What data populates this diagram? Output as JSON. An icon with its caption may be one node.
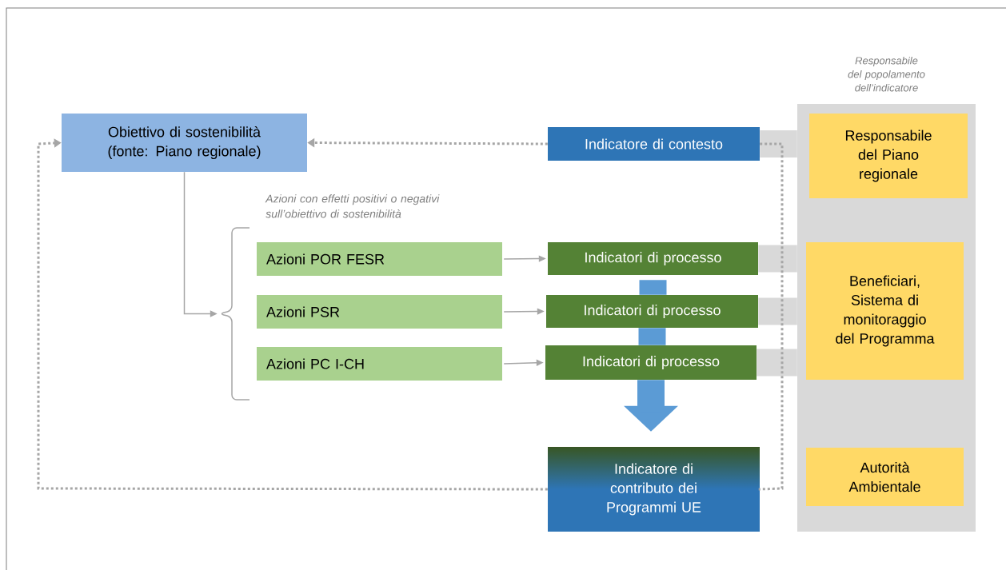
{
  "diagram": {
    "nodes": [
      {
        "text": [
          "Obiettivo di sostenibilità (fonte: Piano regionale)"
        ]
      },
      {
        "text": [
          "Indicatore di contesto"
        ]
      },
      {
        "text": [
          "Responsabile del popolamento dell’indicatore"
        ]
      },
      {
        "text": [
          "Responsabile del Piano regionale"
        ],
        "in": 2
      },
      {
        "text": [],
        "shape": "bracket"
      },
      {
        "text": [
          "Azioni POR FESR"
        ]
      },
      {
        "text": [
          "Indicatori di processo"
        ]
      },
      {
        "text": [
          "Beneficiari, Sistema di monitoraggio del Programma"
        ],
        "in": 2
      },
      {
        "text": [
          "Azioni PSR"
        ]
      },
      {
        "text": [
          "Indicatori di processo"
        ]
      },
      {
        "text": [
          "Azioni PC I-CH"
        ]
      },
      {
        "text": [
          "Indicatori di processo"
        ]
      },
      {
        "text": [
          "Indicatore di contributo dei Programmi UE"
        ]
      },
      {
        "text": [
          "Autorità Ambientale"
        ],
        "in": 2
      }
    ],
    "edges": [
      {
        "from": 1,
        "to": 2,
        "arrow": "none",
        "style": "thick",
        "color": "#d9d9d9"
      },
      {
        "from": 6,
        "to": 2,
        "arrow": "none",
        "style": "thick",
        "color": "#d9d9d9"
      },
      {
        "from": 9,
        "to": 2,
        "arrow": "none",
        "style": "thick",
        "color": "#d9d9d9"
      },
      {
        "from": 11,
        "to": 2,
        "arrow": "none",
        "style": "thick",
        "color": "#d9d9d9"
      },
      {
        "from": 6,
        "to": 9,
        "arrow": "none",
        "style": "thick",
        "color": "#5b9bd5"
      },
      {
        "from": 9,
        "to": 11,
        "arrow": "none",
        "style": "thick",
        "color": "#5b9bd5"
      },
      {
        "from": 11,
        "to": 12,
        "arrow": "to",
        "style": "thick",
        "color": "#5b9bd5"
      },
      {
        "from": 1,
        "to": 0,
        "arrow": "to",
        "style": "dashed"
      },
      {
        "from": 12,
        "to": 0,
        "arrow": "to",
        "style": "dashed"
      },
      {
        "from": 1,
        "to": 12,
        "arrow": "none",
        "style": "dashed"
      },
      {
        "from": 0,
        "to": 4,
        "arrow": "to"
      },
      {
        "from": 5,
        "to": 6,
        "arrow": "to"
      },
      {
        "from": 8,
        "to": 9,
        "arrow": "to"
      },
      {
        "from": 10,
        "to": 11,
        "arrow": "to"
      }
    ],
    "labels": [
      "Azioni con effetti positivi o negativi sull’obiettivo di sostenibilità"
    ]
  }
}
